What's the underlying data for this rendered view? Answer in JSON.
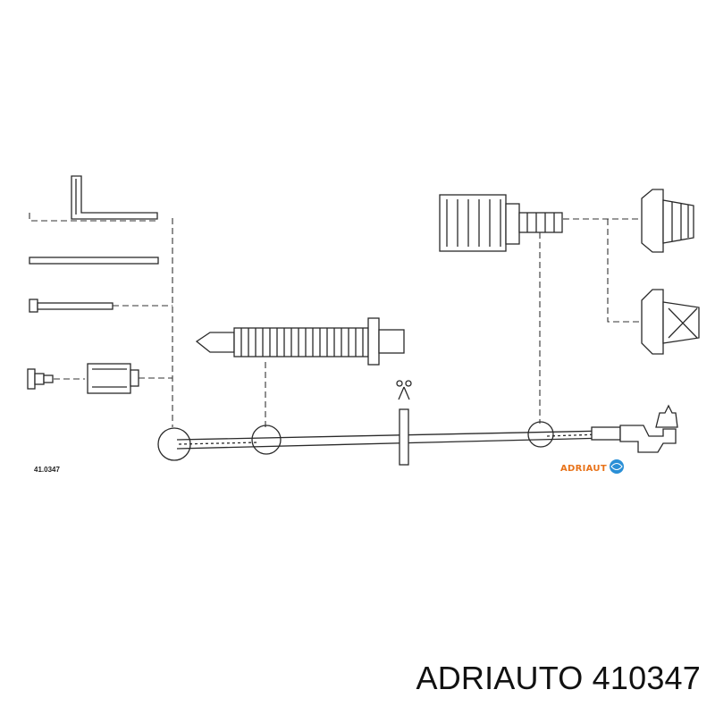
{
  "diagram": {
    "part_code": "41.0347",
    "logo_text": "ADRIAUT",
    "colors": {
      "ink": "#2a2a2a",
      "logo_orange": "#e8731a",
      "logo_blue": "#2a8fd6",
      "background": "#ffffff"
    }
  },
  "caption": {
    "text": "ADRIAUTO 410347"
  }
}
